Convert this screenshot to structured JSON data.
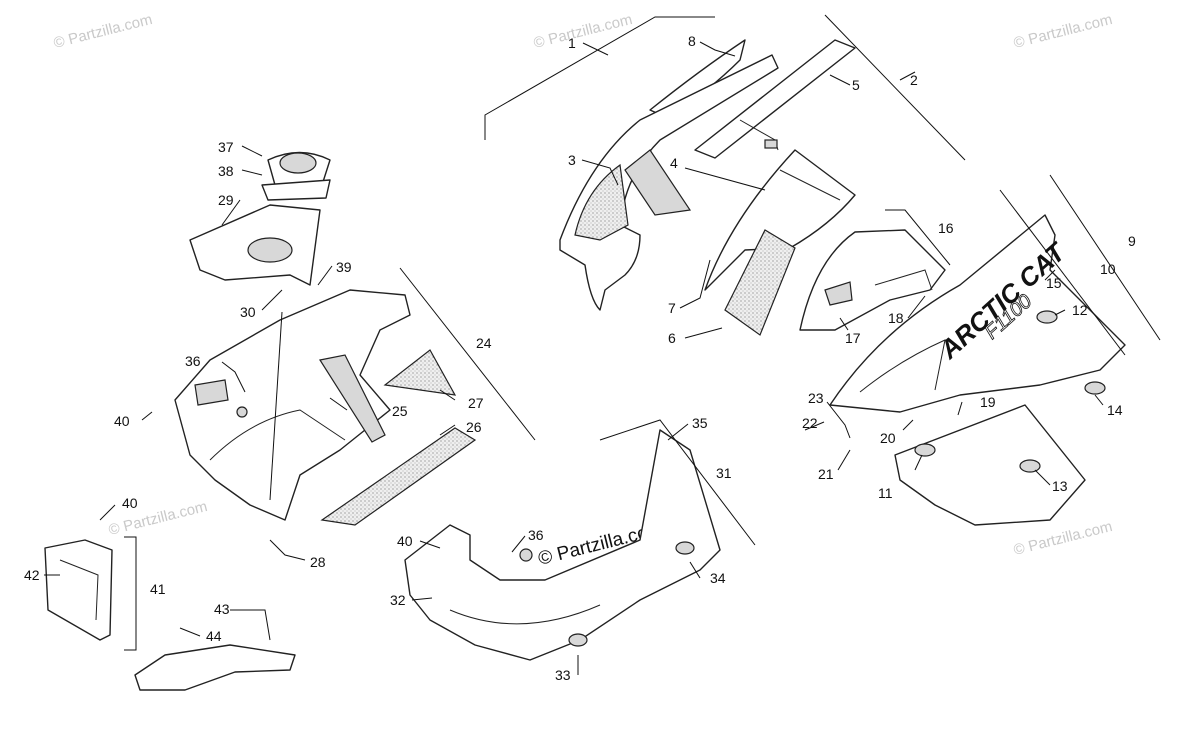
{
  "watermarks": {
    "corner": "© Partzilla.com",
    "center": "© Partzilla.com"
  },
  "decals": {
    "brand": "ARCTIC CAT",
    "model": "F1100"
  },
  "callouts": {
    "c1": "1",
    "c2": "2",
    "c3": "3",
    "c4": "4",
    "c5": "5",
    "c6": "6",
    "c7": "7",
    "c8": "8",
    "c9": "9",
    "c10": "10",
    "c11": "11",
    "c12": "12",
    "c13": "13",
    "c14": "14",
    "c15": "15",
    "c16": "16",
    "c17": "17",
    "c18": "18",
    "c19": "19",
    "c20": "20",
    "c21": "21",
    "c22": "22",
    "c23": "23",
    "c24": "24",
    "c25": "25",
    "c26": "26",
    "c27": "27",
    "c28": "28",
    "c29": "29",
    "c30": "30",
    "c31": "31",
    "c32": "32",
    "c33": "33",
    "c34": "34",
    "c35": "35",
    "c36": "36",
    "c37": "37",
    "c38": "38",
    "c39": "39",
    "c40": "40",
    "c41": "41",
    "c42": "42",
    "c43": "43",
    "c44": "44"
  }
}
